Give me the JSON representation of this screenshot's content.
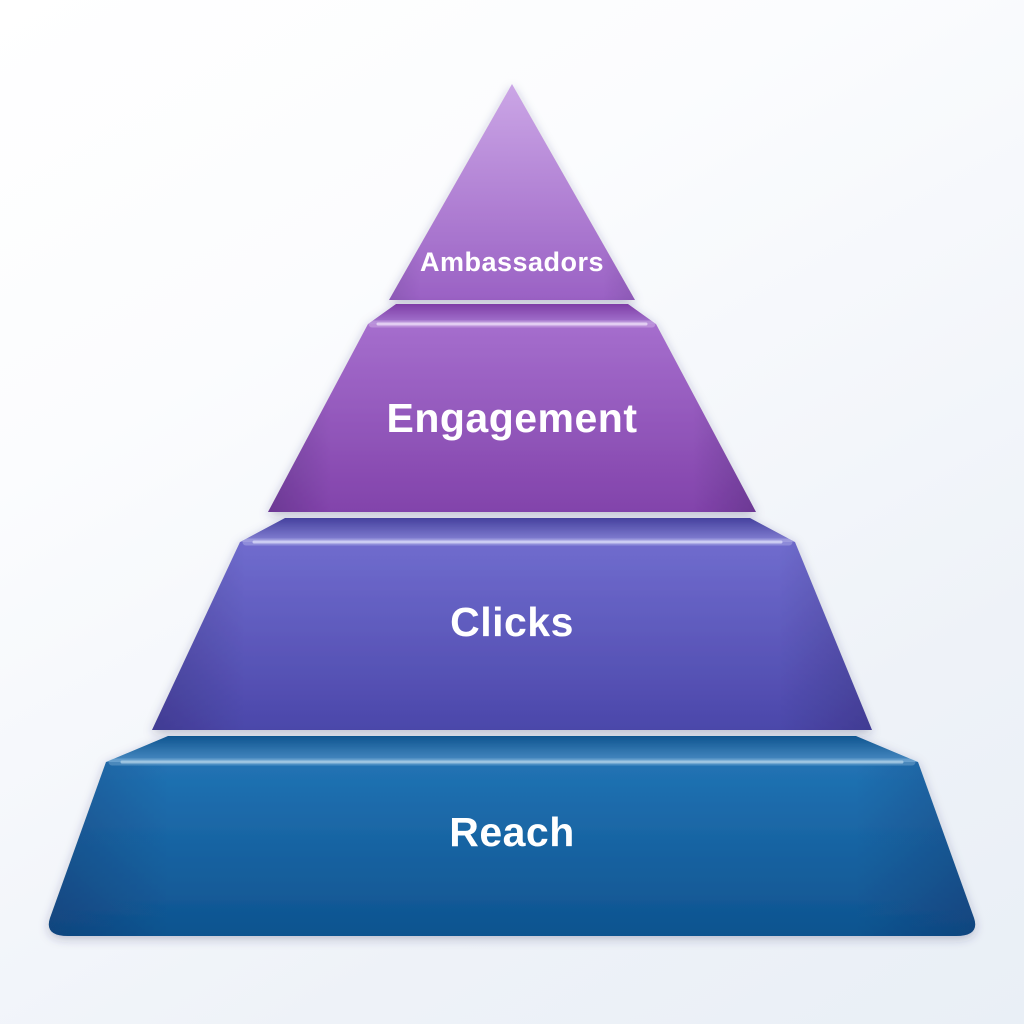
{
  "diagram": {
    "type": "pyramid-funnel",
    "orientation": "point-up",
    "level_count": 4,
    "label_color": "#ffffff",
    "background": {
      "top_left": "#ffffff",
      "bottom_right": "#e9eff6"
    },
    "tiers": [
      {
        "label": "Ambassadors",
        "position": "top",
        "shape": "triangle",
        "colors": {
          "face_top": "#cba6e6",
          "face_bottom": "#9a61c4"
        }
      },
      {
        "label": "Engagement",
        "position": "second",
        "shape": "trapezoid",
        "colors": {
          "bevel_top": "#7e3ca6",
          "bevel_bottom": "#a678d1",
          "highlight": "#ead9f7",
          "face_top": "#a56ecd",
          "face_bottom": "#8243ab"
        }
      },
      {
        "label": "Clicks",
        "position": "third",
        "shape": "trapezoid",
        "colors": {
          "bevel_top": "#45419e",
          "bevel_bottom": "#8783d6",
          "highlight": "#d6d6f7",
          "face_top": "#706cce",
          "face_bottom": "#4b47aa"
        }
      },
      {
        "label": "Reach",
        "position": "bottom",
        "shape": "trapezoid-rounded-base",
        "colors": {
          "bevel_top": "#0f5590",
          "bevel_bottom": "#4a8cc4",
          "highlight": "#aed0e8",
          "face_top": "#2173b4",
          "face_bottom": "#0e538f"
        }
      }
    ]
  }
}
